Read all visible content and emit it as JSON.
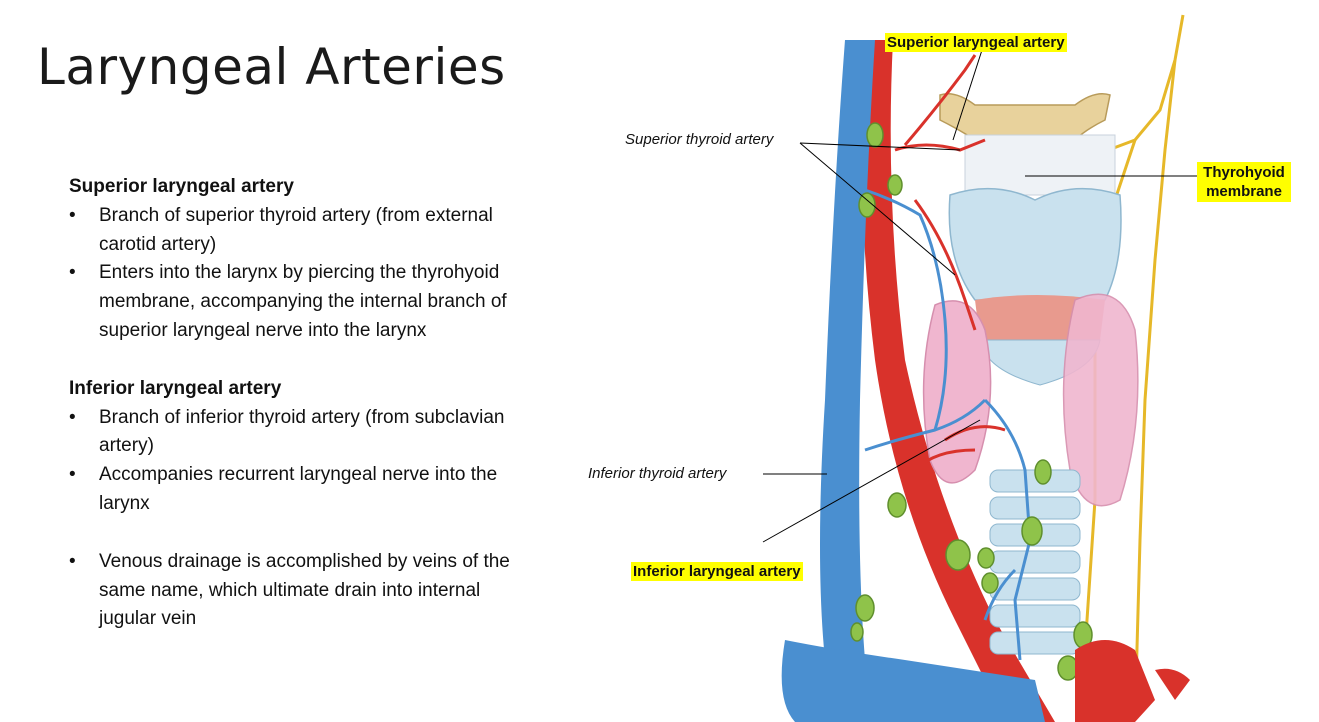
{
  "title": "Laryngeal Arteries",
  "sections": [
    {
      "heading": "Superior laryngeal artery",
      "bullets": [
        "Branch of superior thyroid artery (from external carotid artery)",
        "Enters into the larynx by piercing the thyrohyoid membrane, accompanying the internal branch of superior laryngeal nerve into the larynx"
      ]
    },
    {
      "heading": "Inferior laryngeal artery",
      "bullets": [
        "Branch of inferior thyroid artery (from subclavian artery)",
        "Accompanies recurrent laryngeal nerve into the larynx"
      ]
    },
    {
      "heading": "",
      "bullets": [
        "Venous drainage is accomplished by veins of the same name, which ultimate drain into internal jugular vein"
      ]
    }
  ],
  "figure_labels": {
    "superior_laryngeal_artery": "Superior laryngeal artery",
    "superior_thyroid_artery": "Superior thyroid artery",
    "thyrohyoid_membrane_line1": "Thyrohyoid",
    "thyrohyoid_membrane_line2": "membrane",
    "inferior_thyroid_artery": "Inferior thyroid artery",
    "inferior_laryngeal_artery": "Inferior laryngeal artery"
  },
  "colors": {
    "highlight": "#ffff00",
    "artery": "#d9322b",
    "vein": "#4a8fd0",
    "nerve": "#e6b829",
    "thyroid_gland": "#f0b6cf",
    "cartilage": "#c9e1ee",
    "lymph_node": "#8fc34a",
    "hyoid_bone": "#e8d29c"
  }
}
